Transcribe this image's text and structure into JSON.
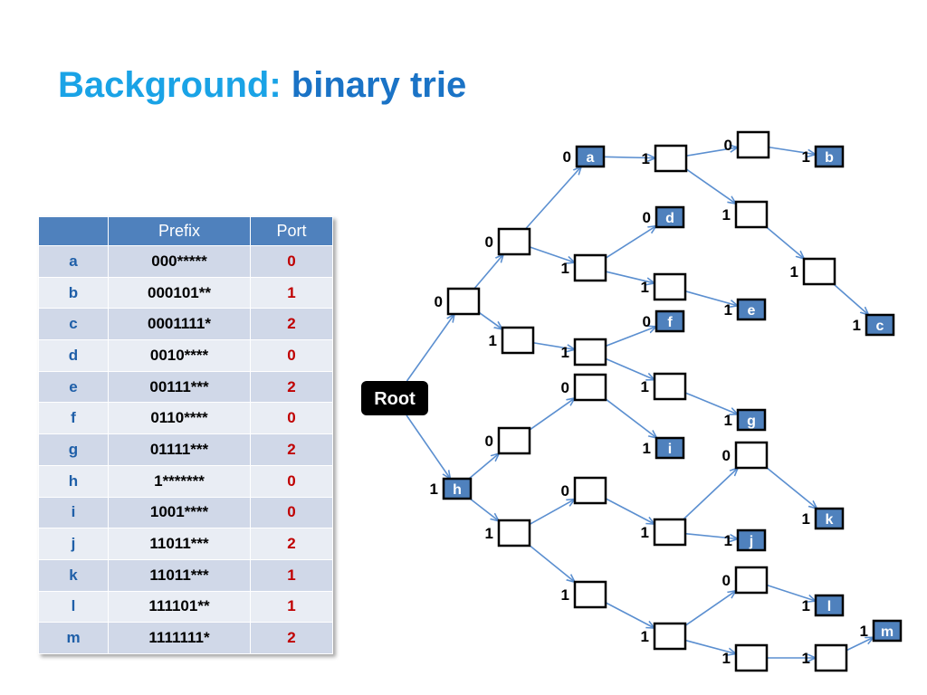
{
  "title": {
    "part1": "Background: ",
    "part2": "binary trie"
  },
  "table": {
    "headers": [
      "",
      "Prefix",
      "Port"
    ],
    "rows": [
      {
        "name": "a",
        "prefix": "000*****",
        "port": "0"
      },
      {
        "name": "b",
        "prefix": "000101**",
        "port": "1"
      },
      {
        "name": "c",
        "prefix": "0001111*",
        "port": "2"
      },
      {
        "name": "d",
        "prefix": "0010****",
        "port": "0"
      },
      {
        "name": "e",
        "prefix": "00111***",
        "port": "2"
      },
      {
        "name": "f",
        "prefix": "0110****",
        "port": "0"
      },
      {
        "name": "g",
        "prefix": "01111***",
        "port": "2"
      },
      {
        "name": "h",
        "prefix": "1*******",
        "port": "0"
      },
      {
        "name": "i",
        "prefix": "1001****",
        "port": "0"
      },
      {
        "name": "j",
        "prefix": "11011***",
        "port": "2"
      },
      {
        "name": "k",
        "prefix": "11011***",
        "port": "1"
      },
      {
        "name": "l",
        "prefix": "111101**",
        "port": "1"
      },
      {
        "name": "m",
        "prefix": "1111111*",
        "port": "2"
      }
    ]
  },
  "trie": {
    "root_label": "Root",
    "nodes": [
      {
        "id": "n0",
        "label": "",
        "bit": "0"
      },
      {
        "id": "h",
        "label": "h",
        "bit": "1"
      },
      {
        "id": "n00",
        "label": "",
        "bit": "0"
      },
      {
        "id": "n01",
        "label": "",
        "bit": "1"
      },
      {
        "id": "a",
        "label": "a",
        "bit": "0"
      },
      {
        "id": "n001",
        "label": "",
        "bit": "1"
      },
      {
        "id": "n0001",
        "label": "",
        "bit": "1"
      },
      {
        "id": "n00010",
        "label": "",
        "bit": "0"
      },
      {
        "id": "b",
        "label": "b",
        "bit": "1"
      },
      {
        "id": "n00011",
        "label": "",
        "bit": "1"
      },
      {
        "id": "n000111",
        "label": "",
        "bit": "1"
      },
      {
        "id": "c",
        "label": "c",
        "bit": "1"
      },
      {
        "id": "d",
        "label": "d",
        "bit": "0"
      },
      {
        "id": "n0011",
        "label": "",
        "bit": "1"
      },
      {
        "id": "e",
        "label": "e",
        "bit": "1"
      },
      {
        "id": "n011",
        "label": "",
        "bit": "1"
      },
      {
        "id": "f",
        "label": "f",
        "bit": "0"
      },
      {
        "id": "n0111",
        "label": "",
        "bit": "1"
      },
      {
        "id": "g",
        "label": "g",
        "bit": "1"
      },
      {
        "id": "n10",
        "label": "",
        "bit": "0"
      },
      {
        "id": "n100",
        "label": "",
        "bit": "0"
      },
      {
        "id": "i",
        "label": "i",
        "bit": "1"
      },
      {
        "id": "n11",
        "label": "",
        "bit": "1"
      },
      {
        "id": "n110",
        "label": "",
        "bit": "0"
      },
      {
        "id": "n1101",
        "label": "",
        "bit": "1"
      },
      {
        "id": "n11010",
        "label": "",
        "bit": "0"
      },
      {
        "id": "k",
        "label": "k",
        "bit": "1"
      },
      {
        "id": "j",
        "label": "j",
        "bit": "1"
      },
      {
        "id": "n111",
        "label": "",
        "bit": "1"
      },
      {
        "id": "n1111",
        "label": "",
        "bit": "1"
      },
      {
        "id": "n11110",
        "label": "",
        "bit": "0"
      },
      {
        "id": "l",
        "label": "l",
        "bit": "1"
      },
      {
        "id": "n11111",
        "label": "",
        "bit": "1"
      },
      {
        "id": "n111111",
        "label": "",
        "bit": "1"
      },
      {
        "id": "m",
        "label": "m",
        "bit": "1"
      }
    ],
    "edges": [
      [
        "root",
        "n0"
      ],
      [
        "root",
        "h"
      ],
      [
        "n0",
        "n00"
      ],
      [
        "n0",
        "n01"
      ],
      [
        "n00",
        "a"
      ],
      [
        "n00",
        "n001"
      ],
      [
        "a",
        "n0001"
      ],
      [
        "n0001",
        "n00010"
      ],
      [
        "n0001",
        "n00011"
      ],
      [
        "n00010",
        "b"
      ],
      [
        "n00011",
        "n000111"
      ],
      [
        "n000111",
        "c"
      ],
      [
        "n001",
        "d"
      ],
      [
        "n001",
        "n0011"
      ],
      [
        "n0011",
        "e"
      ],
      [
        "n01",
        "n011"
      ],
      [
        "n011",
        "f"
      ],
      [
        "n011",
        "n0111"
      ],
      [
        "n0111",
        "g"
      ],
      [
        "h",
        "n10"
      ],
      [
        "h",
        "n11"
      ],
      [
        "n10",
        "n100"
      ],
      [
        "n100",
        "i"
      ],
      [
        "n11",
        "n110"
      ],
      [
        "n11",
        "n111"
      ],
      [
        "n110",
        "n1101"
      ],
      [
        "n1101",
        "n11010"
      ],
      [
        "n1101",
        "j"
      ],
      [
        "n11010",
        "k"
      ],
      [
        "n111",
        "n1111"
      ],
      [
        "n1111",
        "n11110"
      ],
      [
        "n1111",
        "n11111"
      ],
      [
        "n11110",
        "l"
      ],
      [
        "n11111",
        "n111111"
      ],
      [
        "n111111",
        "m"
      ]
    ]
  }
}
